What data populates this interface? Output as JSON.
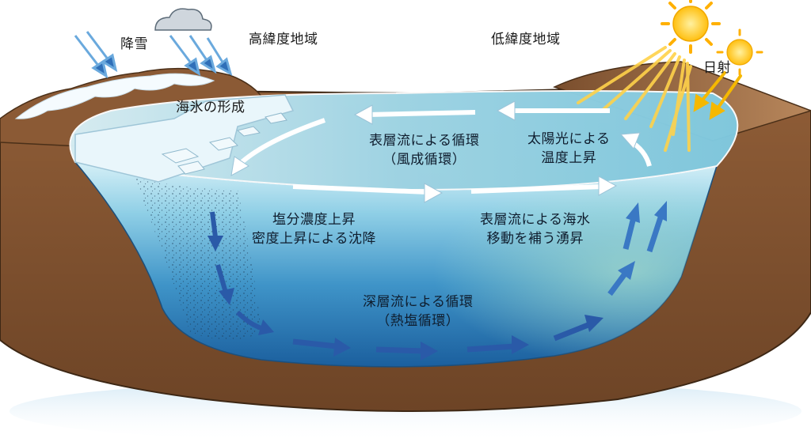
{
  "labels": {
    "snowfall": "降雪",
    "high_latitude": "高緯度地域",
    "low_latitude": "低緯度地域",
    "insolation": "日射",
    "sea_ice_formation": "海氷の形成",
    "surface_circulation": {
      "line1": "表層流による循環",
      "line2": "（風成循環）"
    },
    "solar_warming": {
      "line1": "太陽光による",
      "line2": "温度上昇"
    },
    "sinking": {
      "line1": "塩分濃度上昇",
      "line2": "密度上昇による沈降"
    },
    "upwelling": {
      "line1": "表層流による海水",
      "line2": "移動を補う湧昇"
    },
    "deep_circulation": {
      "line1": "深層流による循環",
      "line2": "（熱塩循環）"
    }
  },
  "colors": {
    "earth": "#8a5a36",
    "earth_dark": "#5e3a20",
    "earth_side": "#a06c44",
    "ocean_top": "#bfe6f3",
    "ocean_deep": "#1f6fae",
    "surface_arrow": "#ffffff",
    "deep_arrow": "#2a5aa8",
    "upwelling_arrow": "#3a78c4",
    "sun": "#ffc61a",
    "ice": "#eaf6fb"
  }
}
